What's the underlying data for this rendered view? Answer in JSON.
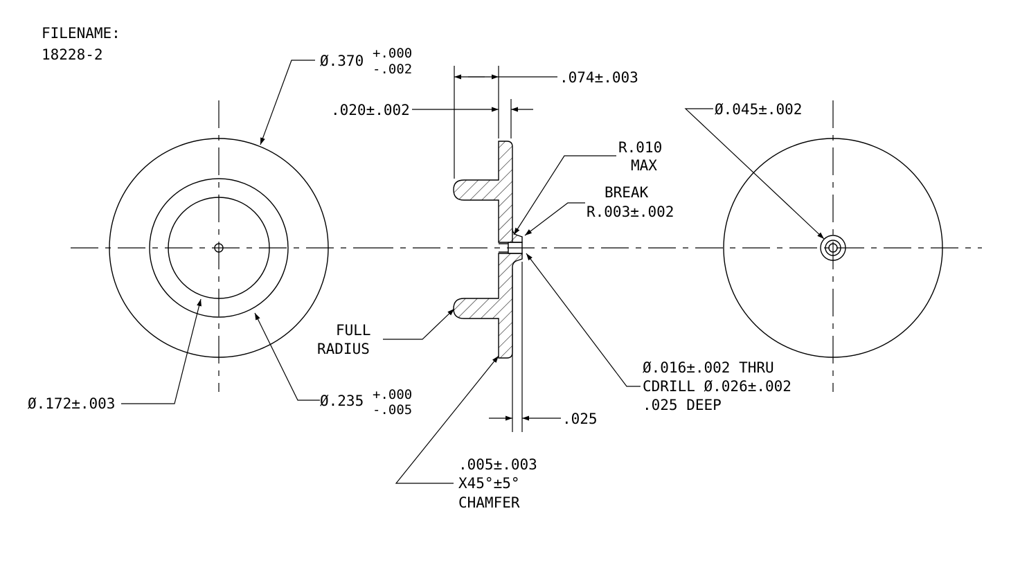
{
  "title_block": {
    "label": "FILENAME:",
    "filename": "18228-2"
  },
  "dimensions": {
    "outer_diameter": {
      "base": "Ø.370",
      "upper": "+.000",
      "lower": "-.002"
    },
    "recess_diameter": {
      "base": "Ø.235",
      "upper": "+.000",
      "lower": "-.005"
    },
    "inner_diameter": "Ø.172±.003",
    "overall_thickness": ".074±.003",
    "flange_thickness": ".020±.002",
    "fillet_note": [
      "R.010",
      "MAX"
    ],
    "edge_break_note": [
      "BREAK",
      "R.003±.002"
    ],
    "full_radius_note": [
      "FULL",
      "RADIUS"
    ],
    "hole_note": [
      "Ø.016±.002 THRU",
      "CDRILL Ø.026±.002",
      ".025 DEEP"
    ],
    "boss_length": ".025",
    "chamfer_note": [
      ".005±.003",
      "X45°±5°",
      "CHAMFER"
    ],
    "small_hole_diameter": "Ø.045±.002"
  },
  "colors": {
    "ink": "#000000",
    "paper": "#ffffff"
  }
}
